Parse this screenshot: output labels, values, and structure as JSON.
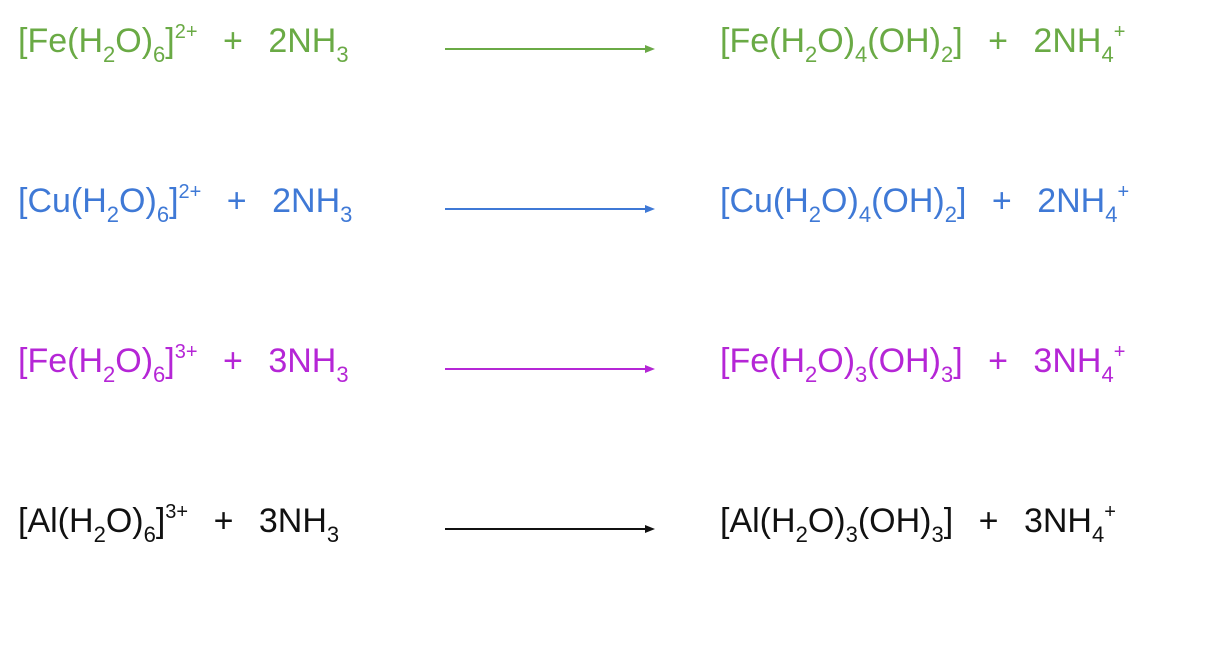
{
  "equations": [
    {
      "color": "#6aaa45",
      "reactant": {
        "open": "[Fe(H",
        "sub1": "2",
        "mid": "O)",
        "sub2": "6",
        "close": "]",
        "charge": "2+"
      },
      "reagent": {
        "coef": "2NH",
        "sub": "3"
      },
      "product": {
        "open": "[Fe(H",
        "sub1": "2",
        "mid": "O)",
        "sub2": "4",
        "oh": "(OH)",
        "sub3": "2",
        "close": "]"
      },
      "byproduct": {
        "coef": "2NH",
        "sub": "4",
        "charge": "+"
      }
    },
    {
      "color": "#3f79d6",
      "reactant": {
        "open": "[Cu(H",
        "sub1": "2",
        "mid": "O)",
        "sub2": "6",
        "close": "]",
        "charge": "2+"
      },
      "reagent": {
        "coef": "2NH",
        "sub": "3"
      },
      "product": {
        "open": "[Cu(H",
        "sub1": "2",
        "mid": "O)",
        "sub2": "4",
        "oh": "(OH)",
        "sub3": "2",
        "close": "]"
      },
      "byproduct": {
        "coef": "2NH",
        "sub": "4",
        "charge": "+"
      }
    },
    {
      "color": "#b526d6",
      "reactant": {
        "open": "[Fe(H",
        "sub1": "2",
        "mid": "O)",
        "sub2": "6",
        "close": "]",
        "charge": "3+"
      },
      "reagent": {
        "coef": "3NH",
        "sub": "3"
      },
      "product": {
        "open": "[Fe(H",
        "sub1": "2",
        "mid": "O)",
        "sub2": "3",
        "oh": "(OH)",
        "sub3": "3",
        "close": "]"
      },
      "byproduct": {
        "coef": "3NH",
        "sub": "4",
        "charge": "+"
      }
    },
    {
      "color": "#111111",
      "reactant": {
        "open": "[Al(H",
        "sub1": "2",
        "mid": "O)",
        "sub2": "6",
        "close": "]",
        "charge": "3+"
      },
      "reagent": {
        "coef": "3NH",
        "sub": "3"
      },
      "product": {
        "open": "[Al(H",
        "sub1": "2",
        "mid": "O)",
        "sub2": "3",
        "oh": "(OH)",
        "sub3": "3",
        "close": "]"
      },
      "byproduct": {
        "coef": "3NH",
        "sub": "4",
        "charge": "+"
      }
    }
  ],
  "plus": "+"
}
